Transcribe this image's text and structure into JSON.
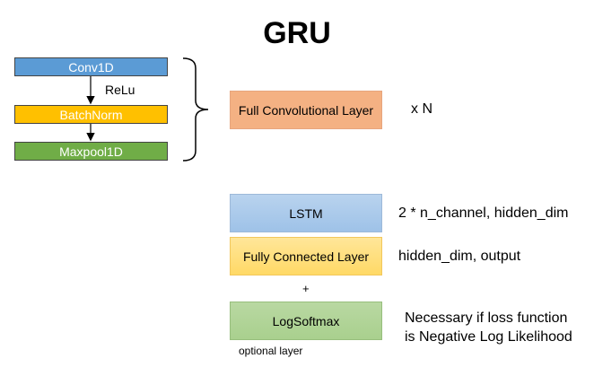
{
  "title": "GRU",
  "block": {
    "conv": "Conv1D",
    "relu": "ReLu",
    "batchnorm": "BatchNorm",
    "maxpool": "Maxpool1D"
  },
  "full_conv": {
    "label": "Full Convolutional Layer",
    "repeat": "x  N"
  },
  "lstm": {
    "label": "LSTM",
    "note": "2 * n_channel, hidden_dim"
  },
  "fc": {
    "label": "Fully Connected Layer",
    "note": "hidden_dim, output"
  },
  "plus": "+",
  "logsoftmax": {
    "label": "LogSoftmax",
    "note_line1": "Necessary if loss function",
    "note_line2": "is Negative Log Likelihood",
    "optional": "optional layer"
  },
  "colors": {
    "conv": "#5b9bd5",
    "batchnorm": "#ffc000",
    "maxpool": "#70ad47",
    "full_conv": "#f4b183",
    "lstm": "#9ec2e8",
    "fc": "#ffd966",
    "logsoftmax": "#a9d08e"
  }
}
